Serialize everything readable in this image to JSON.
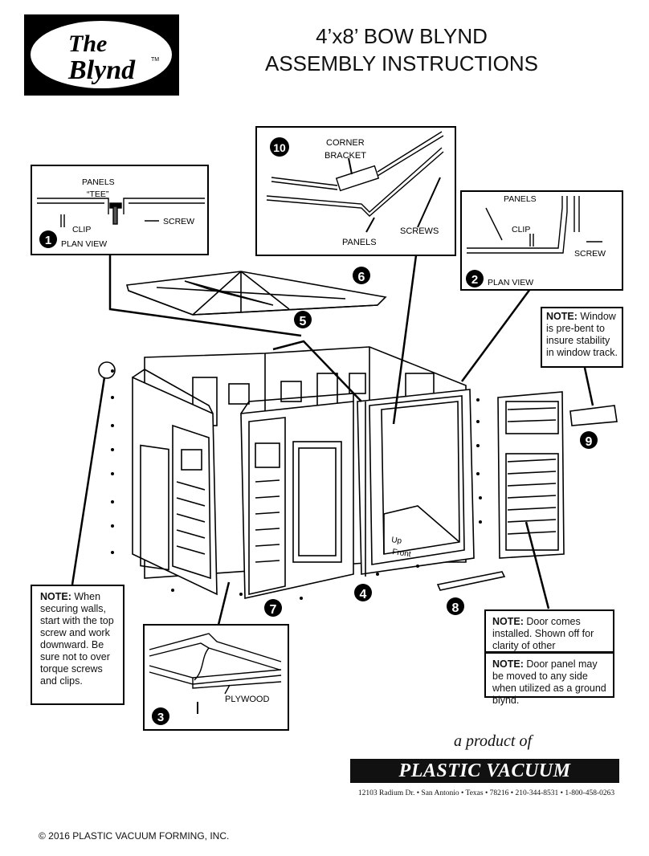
{
  "logo": {
    "line1": "The",
    "line2": "Blynd",
    "tm": "TM"
  },
  "title": {
    "line1": "4’x8’ BOW BLYND",
    "line2": "ASSEMBLY INSTRUCTIONS"
  },
  "callouts": {
    "step1": {
      "number": "1",
      "panels": "PANELS",
      "tee": "“TEE”",
      "clip": "CLIP",
      "screw": "SCREW",
      "caption": "PLAN VIEW"
    },
    "step10": {
      "number": "10",
      "corner": "CORNER",
      "bracket": "BRACKET",
      "panels": "PANELS",
      "screws": "SCREWS"
    },
    "step2": {
      "number": "2",
      "panels": "PANELS",
      "clip": "CLIP",
      "screw": "SCREW",
      "caption": "PLAN VIEW"
    },
    "step3": {
      "number": "3",
      "plywood": "PLYWOOD"
    }
  },
  "steps": {
    "s4": "4",
    "s5": "5",
    "s6": "6",
    "s7": "7",
    "s8": "8",
    "s9": "9"
  },
  "diagram_text": {
    "up": "Up",
    "front": "Front"
  },
  "notes": {
    "window": {
      "label": "NOTE:",
      "text": " Window is pre-bent to insure stability in window track."
    },
    "walls": {
      "label": "NOTE:",
      "text": "  When securing walls, start with the top screw and work downward. Be sure not to over torque screws and clips."
    },
    "door": {
      "label": "NOTE:",
      "text": " Door comes installed.  Shown off for clarity of other assemblies."
    },
    "door_panel": {
      "label": "NOTE:",
      "text": " Door panel may be moved to any side when utilized as a ground blynd."
    }
  },
  "brand": {
    "product_of": "a product of",
    "company": "PLASTIC VACUUM FORMING,INC.",
    "address": "12103 Radium Dr. • San Antonio • Texas • 78216 • 210-344-8531 • 1-800-458-0263"
  },
  "footer": {
    "copyright": "© 2016 PLASTIC VACUUM FORMING, INC."
  }
}
